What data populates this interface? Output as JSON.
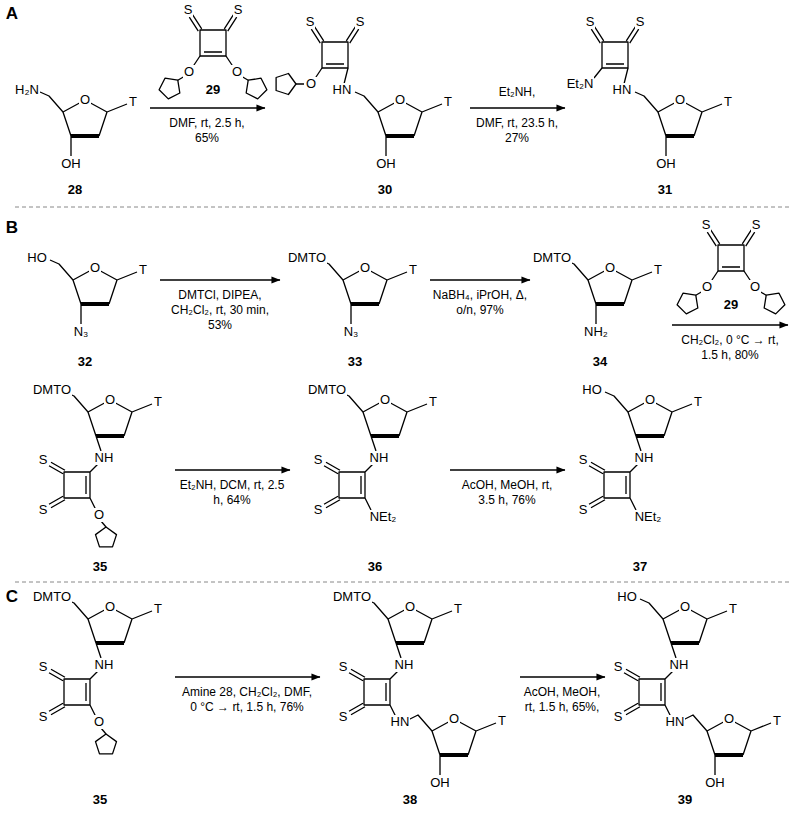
{
  "diagram": {
    "labels": [
      "A",
      "H₂N",
      "O",
      "T",
      "OH",
      "28",
      "S",
      "S",
      "O",
      "O",
      "29",
      "DMF, rt, 2.5 h, 65%",
      "S",
      "S",
      "O",
      "HN",
      "O",
      "T",
      "OH",
      "30",
      "Et₂NH,",
      "DMF, rt, 23.5 h, 27%",
      "S",
      "S",
      "Et₂N",
      "HN",
      "O",
      "T",
      "OH",
      "31",
      "B",
      "HO",
      "O",
      "T",
      "N₃",
      "32",
      "DMTCl, DIPEA, CH₂Cl₂, rt, 30 min, 53%",
      "DMTO",
      "O",
      "T",
      "N₃",
      "33",
      "NaBH₄, iPrOH, Δ, o/n, 97%",
      "DMTO",
      "O",
      "T",
      "NH₂",
      "34",
      "S",
      "S",
      "O",
      "O",
      "29",
      "CH₂Cl₂, 0 °C → rt, 1.5 h, 80%",
      "DMTO",
      "O",
      "T",
      "NH",
      "S",
      "S",
      "O",
      "35",
      "Et₂NH, DCM, rt, 2.5 h, 64%",
      "DMTO",
      "O",
      "T",
      "NH",
      "S",
      "S",
      "NEt₂",
      "36",
      "AcOH, MeOH, rt, 3.5 h, 76%",
      "HO",
      "O",
      "T",
      "NH",
      "S",
      "S",
      "NEt₂",
      "37",
      "C",
      "DMTO",
      "O",
      "T",
      "NH",
      "S",
      "S",
      "O",
      "35",
      "Amine 28, CH₂Cl₂, DMF, 0 °C → rt, 1.5 h, 76%",
      "DMTO",
      "O",
      "T",
      "NH",
      "S",
      "S",
      "HN",
      "O",
      "T",
      "OH",
      "38",
      "AcOH, MeOH, rt, 1.5 h, 65%,",
      "HO",
      "O",
      "T",
      "NH",
      "S",
      "S",
      "HN",
      "O",
      "T",
      "OH",
      "39"
    ]
  }
}
